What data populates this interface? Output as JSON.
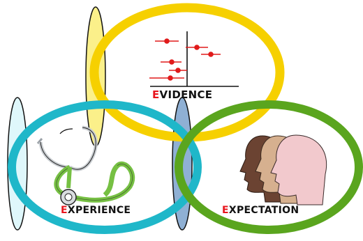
{
  "labels": {
    "evidence": {
      "first_letter": "E",
      "rest": "VIDENCE"
    },
    "experience": {
      "first_letter": "E",
      "rest": "XPERIENCE"
    },
    "expectation": {
      "first_letter": "E",
      "rest": "XPECTATION"
    }
  },
  "colors": {
    "evidence_ring": "#f6d000",
    "experience_ring": "#1fb7c9",
    "expectation_ring": "#5aa51e",
    "accent_letter": "#e8141c",
    "label_text": "#111111",
    "forest_points": "#e01a1a"
  },
  "icons": {
    "evidence": "forest-plot-icon",
    "experience": "stethoscope-icon",
    "expectation": "human-profiles-icon"
  }
}
